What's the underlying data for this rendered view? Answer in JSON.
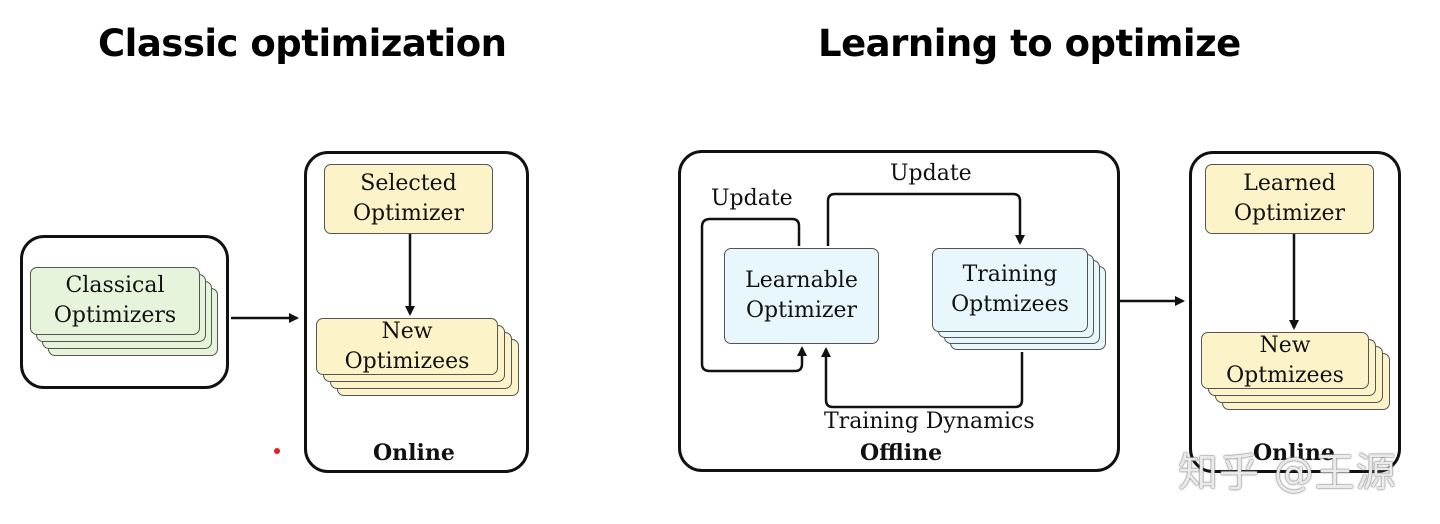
{
  "titles": {
    "left": "Classic optimization",
    "right": "Learning to optimize"
  },
  "classic": {
    "classical_optimizers": "Classical\nOptimizers",
    "selected_optimizer": "Selected\nOptimizer",
    "new_optimizees": "New Optimizees",
    "online_label": "Online"
  },
  "l2o": {
    "update_left": "Update",
    "update_top": "Update",
    "learnable_optimizer": "Learnable\nOptimizer",
    "training_optimizees": "Training\nOptmizees",
    "training_dynamics": "Training Dynamics",
    "offline_label": "Offline",
    "learned_optimizer": "Learned\nOptimizer",
    "new_optimizees": "New Optmizees",
    "online_label": "Online"
  },
  "watermark": "知乎 @王源",
  "colors": {
    "green": "#e6f4dc",
    "yellow": "#fdf3c8",
    "blue": "#e8f7fb",
    "stroke": "#111111"
  }
}
